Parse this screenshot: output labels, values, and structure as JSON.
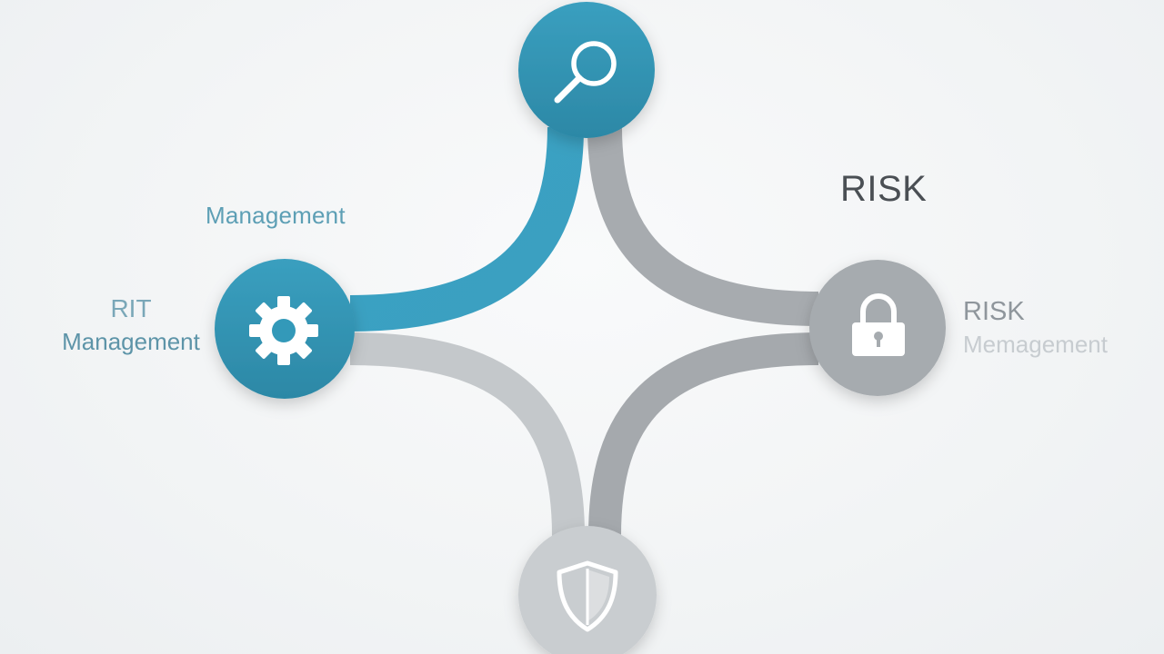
{
  "colors": {
    "accent_blue": "#3a9fbf",
    "accent_blue_dark": "#2f8aa8",
    "gray_node": "#a3a8ac",
    "gray_light_node": "#c9cdd0",
    "path_gray": "#a9adb1",
    "path_light": "#c6cacd",
    "background": "#f3f5f6"
  },
  "nodes": [
    {
      "id": "top",
      "icon": "magnifier-icon"
    },
    {
      "id": "left",
      "icon": "gear-icon"
    },
    {
      "id": "right",
      "icon": "padlock-icon"
    },
    {
      "id": "bottom",
      "icon": "shield-icon"
    }
  ],
  "labels": {
    "top_left": "Management",
    "left_line1": "RIT",
    "left_line2": "Management",
    "risk_top": "RISK",
    "right_line1": "RISK",
    "right_line2": "Memagement"
  }
}
